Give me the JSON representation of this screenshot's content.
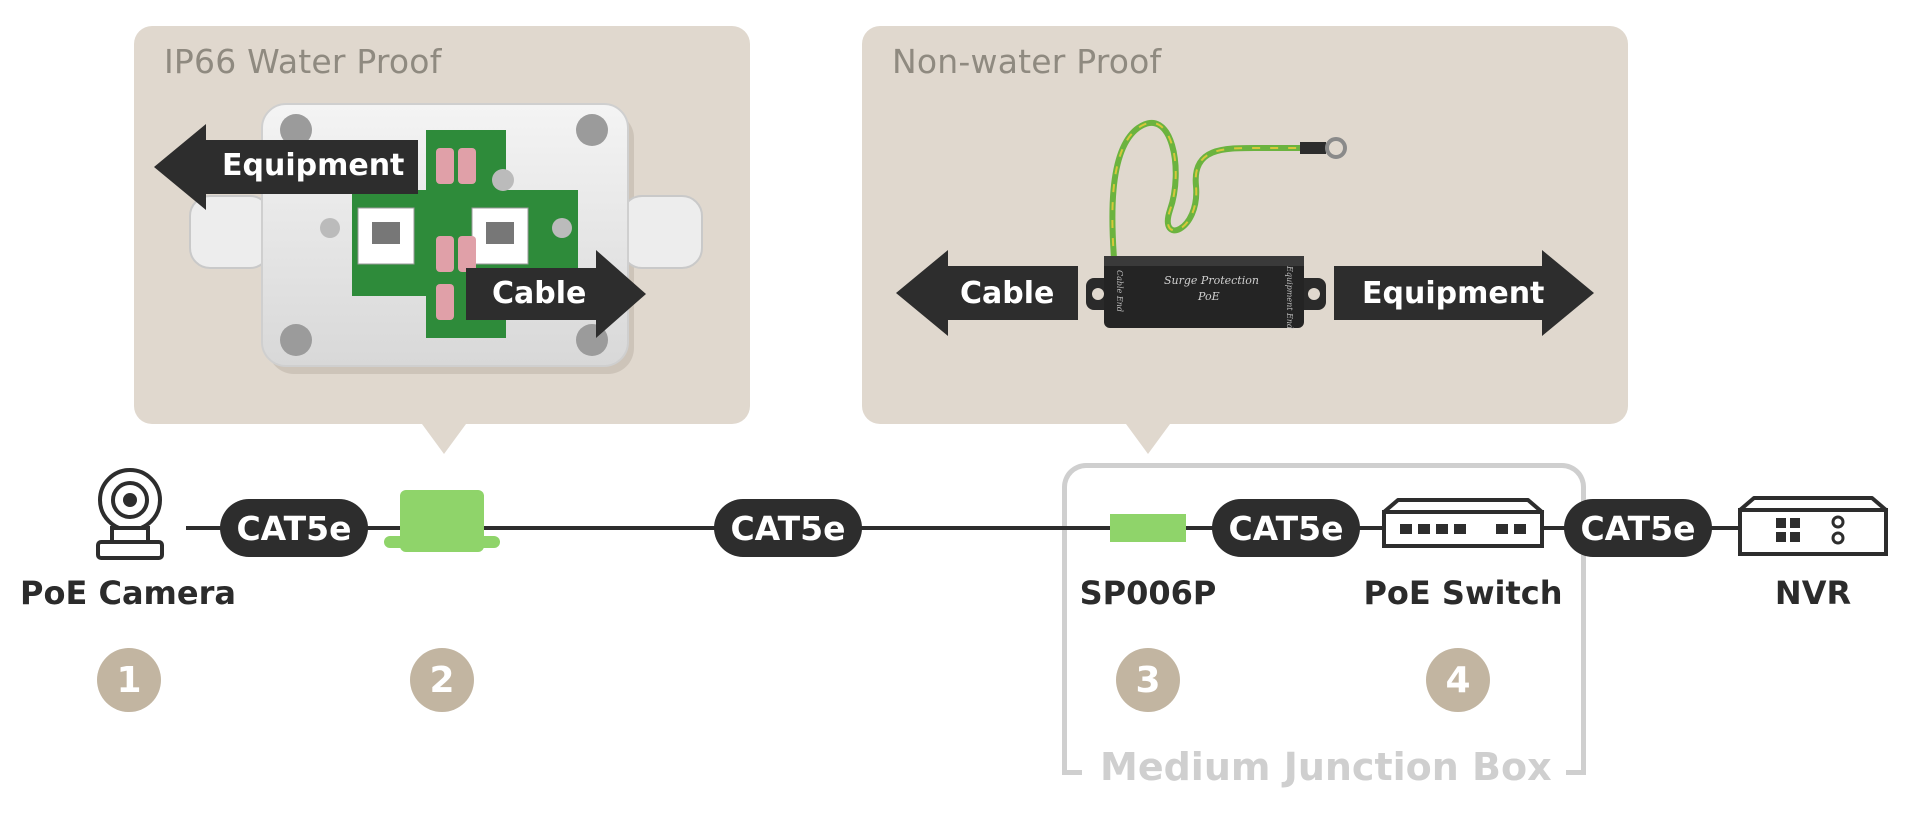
{
  "panels": {
    "left_title": "IP66 Water Proof",
    "right_title": "Non-water Proof"
  },
  "left_device": {
    "arrow_left_label": "Equipment",
    "arrow_right_label": "Cable"
  },
  "right_device": {
    "arrow_left_label": "Cable",
    "arrow_right_label": "Equipment",
    "device_text_line1": "Surge Protection",
    "device_text_line2": "PoE",
    "side_label_left": "Cable End",
    "side_label_right": "Equipment End"
  },
  "cables": [
    "CAT5e",
    "CAT5e",
    "CAT5e",
    "CAT5e"
  ],
  "nodes": {
    "camera": "PoE Camera",
    "sp": "SP006P",
    "switch": "PoE Switch",
    "nvr": "NVR"
  },
  "steps": [
    "1",
    "2",
    "3",
    "4"
  ],
  "junction_box_label": "Medium Junction Box",
  "colors": {
    "panel_bg": "#e0d8ce",
    "pill_bg": "#2d2d2d",
    "green_device": "#8fd46a",
    "step_circle": "#c2b5a1",
    "junction_border": "#cfcfcf"
  }
}
